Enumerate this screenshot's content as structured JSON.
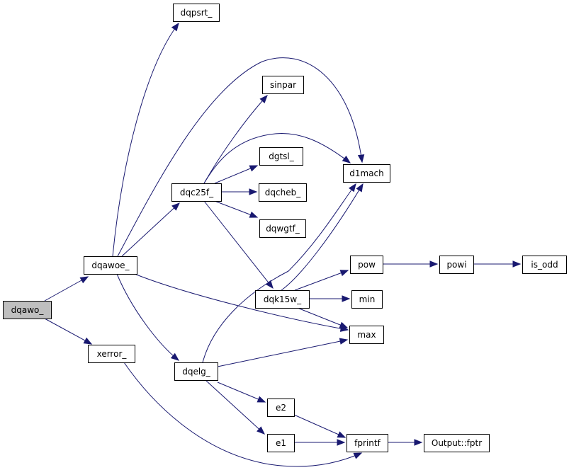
{
  "graph": {
    "nodes": [
      {
        "id": "dqawo",
        "label": "dqawo_",
        "highlighted": true
      },
      {
        "id": "dqawoe",
        "label": "dqawoe_"
      },
      {
        "id": "xerror",
        "label": "xerror_"
      },
      {
        "id": "dqpsrt",
        "label": "dqpsrt_"
      },
      {
        "id": "sinpar",
        "label": "sinpar"
      },
      {
        "id": "dqc25f",
        "label": "dqc25f_"
      },
      {
        "id": "dgtsl",
        "label": "dgtsl_"
      },
      {
        "id": "dqcheb",
        "label": "dqcheb_"
      },
      {
        "id": "dqwgtf",
        "label": "dqwgtf_"
      },
      {
        "id": "d1mach",
        "label": "d1mach"
      },
      {
        "id": "dqk15w",
        "label": "dqk15w_"
      },
      {
        "id": "pow",
        "label": "pow"
      },
      {
        "id": "min",
        "label": "min"
      },
      {
        "id": "max",
        "label": "max"
      },
      {
        "id": "powi",
        "label": "powi"
      },
      {
        "id": "is_odd",
        "label": "is_odd"
      },
      {
        "id": "dqelg",
        "label": "dqelg_"
      },
      {
        "id": "e2",
        "label": "e2"
      },
      {
        "id": "e1",
        "label": "e1"
      },
      {
        "id": "fprintf",
        "label": "fprintf"
      },
      {
        "id": "fptr",
        "label": "Output::fptr"
      }
    ],
    "edges": [
      {
        "from": "dqawo",
        "to": "dqawoe"
      },
      {
        "from": "dqawo",
        "to": "xerror"
      },
      {
        "from": "dqawoe",
        "to": "dqpsrt"
      },
      {
        "from": "dqawoe",
        "to": "d1mach"
      },
      {
        "from": "dqawoe",
        "to": "dqc25f"
      },
      {
        "from": "dqawoe",
        "to": "max"
      },
      {
        "from": "dqawoe",
        "to": "dqelg"
      },
      {
        "from": "xerror",
        "to": "fprintf"
      },
      {
        "from": "dqc25f",
        "to": "sinpar"
      },
      {
        "from": "dqc25f",
        "to": "d1mach"
      },
      {
        "from": "dqc25f",
        "to": "dgtsl"
      },
      {
        "from": "dqc25f",
        "to": "dqcheb"
      },
      {
        "from": "dqc25f",
        "to": "dqwgtf"
      },
      {
        "from": "dqc25f",
        "to": "dqk15w"
      },
      {
        "from": "dqk15w",
        "to": "d1mach"
      },
      {
        "from": "dqk15w",
        "to": "pow"
      },
      {
        "from": "dqk15w",
        "to": "min"
      },
      {
        "from": "dqk15w",
        "to": "max"
      },
      {
        "from": "pow",
        "to": "powi"
      },
      {
        "from": "powi",
        "to": "is_odd"
      },
      {
        "from": "dqelg",
        "to": "d1mach"
      },
      {
        "from": "dqelg",
        "to": "max"
      },
      {
        "from": "dqelg",
        "to": "e2"
      },
      {
        "from": "dqelg",
        "to": "e1"
      },
      {
        "from": "e2",
        "to": "fprintf"
      },
      {
        "from": "e1",
        "to": "fprintf"
      },
      {
        "from": "fprintf",
        "to": "fptr"
      }
    ]
  },
  "colors": {
    "edge": "#191970",
    "node_border": "#000000",
    "node_fill": "#ffffff",
    "highlight_fill": "#bfbfbf"
  }
}
